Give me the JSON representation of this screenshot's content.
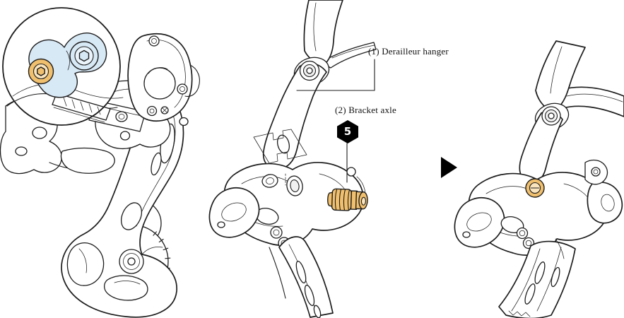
{
  "annotations": {
    "hanger_label": "(1) Derailleur hanger",
    "bracket_axle_label": "(2) Bracket axle",
    "tool_size": "5"
  },
  "palette": {
    "line": "#1d1d1d",
    "orange": "#f1c06e",
    "orange_light": "#f9e4bd",
    "blue": "#d8e9f6",
    "blue_light": "#ebf4fb",
    "black": "#000000",
    "white": "#ffffff"
  }
}
